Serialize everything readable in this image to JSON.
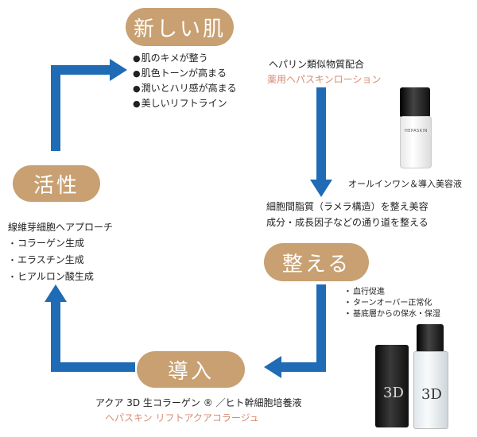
{
  "nodes": {
    "new_skin": "新しい肌",
    "activate": "活性",
    "prepare": "整える",
    "introduce": "導入"
  },
  "new_skin_benefits": [
    "肌のキメが整う",
    "肌色トーンが高まる",
    "潤いとハリ感が高まる",
    "美しいリフトライン"
  ],
  "lotion": {
    "line1": "ヘパリン類似物質配合",
    "line2": "薬用ヘパスキンローション",
    "caption": "オールインワン＆導入美容液"
  },
  "prepare_desc": [
    "細胞間脂質（ラメラ構造）を整え美容",
    "成分・成長因子などの通り道を整える"
  ],
  "activate_desc": {
    "title": "線維芽細胞へアプローチ",
    "items": [
      "コラーゲン生成",
      "エラスチン生成",
      "ヒアルロン酸生成"
    ]
  },
  "prepare_effects": [
    "血行促進",
    "ターンオーバー正常化",
    "基底層からの保水・保湿"
  ],
  "serum": {
    "line1": "アクア 3D 生コラーゲン ® ／ヒト幹細胞培養液",
    "line2": "ヘパスキン リフトアクアコラージュ",
    "label": "3D"
  },
  "colors": {
    "pill": "#c8a071",
    "arrow": "#1f6bb5",
    "accent": "#d98a72"
  }
}
